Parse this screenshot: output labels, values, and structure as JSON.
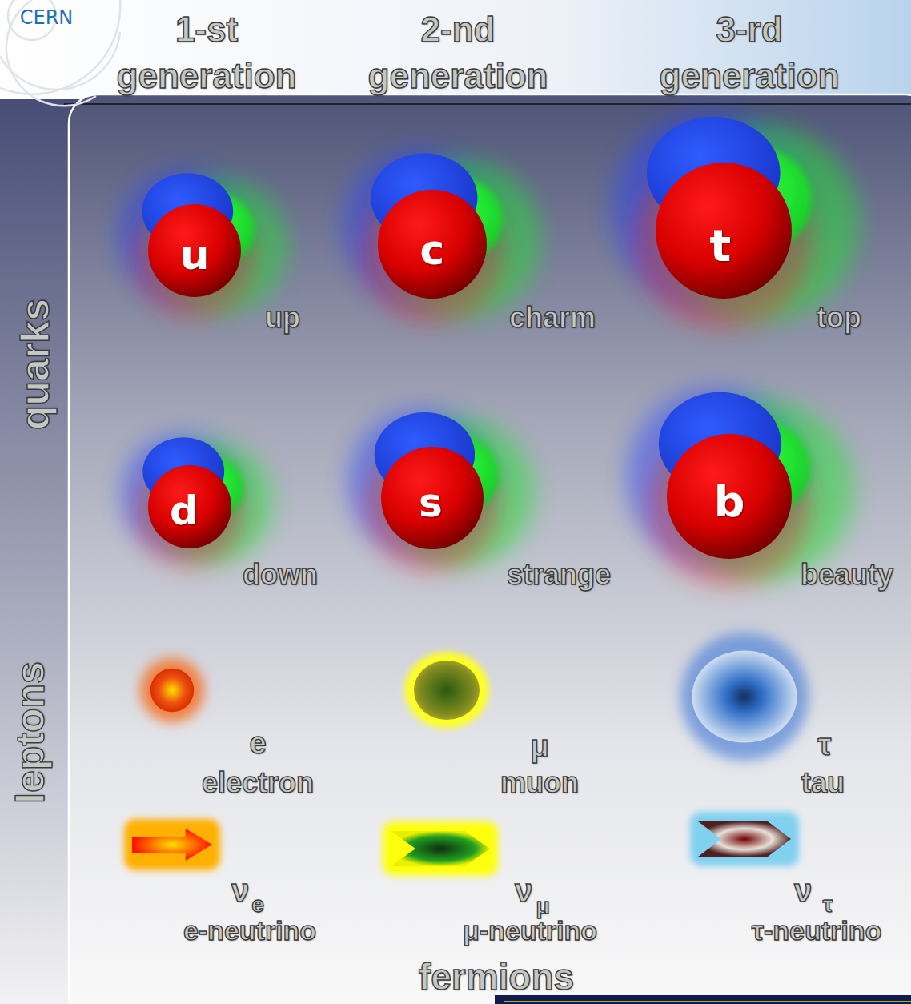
{
  "diagram": {
    "nodes": [
      {
        "text": [
          "u",
          "up"
        ]
      },
      {
        "text": [
          "c",
          "charm"
        ]
      },
      {
        "text": [
          "t",
          "top"
        ]
      },
      {
        "text": [
          "d",
          "down"
        ]
      },
      {
        "text": [
          "s",
          "strange"
        ]
      },
      {
        "text": [
          "b",
          "beauty"
        ]
      },
      {
        "text": [
          "e",
          "electron"
        ]
      },
      {
        "text": [
          "μ",
          "muon"
        ]
      },
      {
        "text": [
          "τ",
          "tau"
        ]
      },
      {
        "text": [
          "ν",
          "e",
          "e-neutrino"
        ]
      },
      {
        "text": [
          "ν",
          "μ",
          "μ-neutrino"
        ]
      },
      {
        "text": [
          "ν",
          "τ",
          "τ-neutrino"
        ]
      }
    ],
    "labels": [
      "CERN",
      "1-st generation",
      "2-nd generation",
      "3-rd generation",
      "quarks",
      "leptons",
      "fermions"
    ]
  }
}
